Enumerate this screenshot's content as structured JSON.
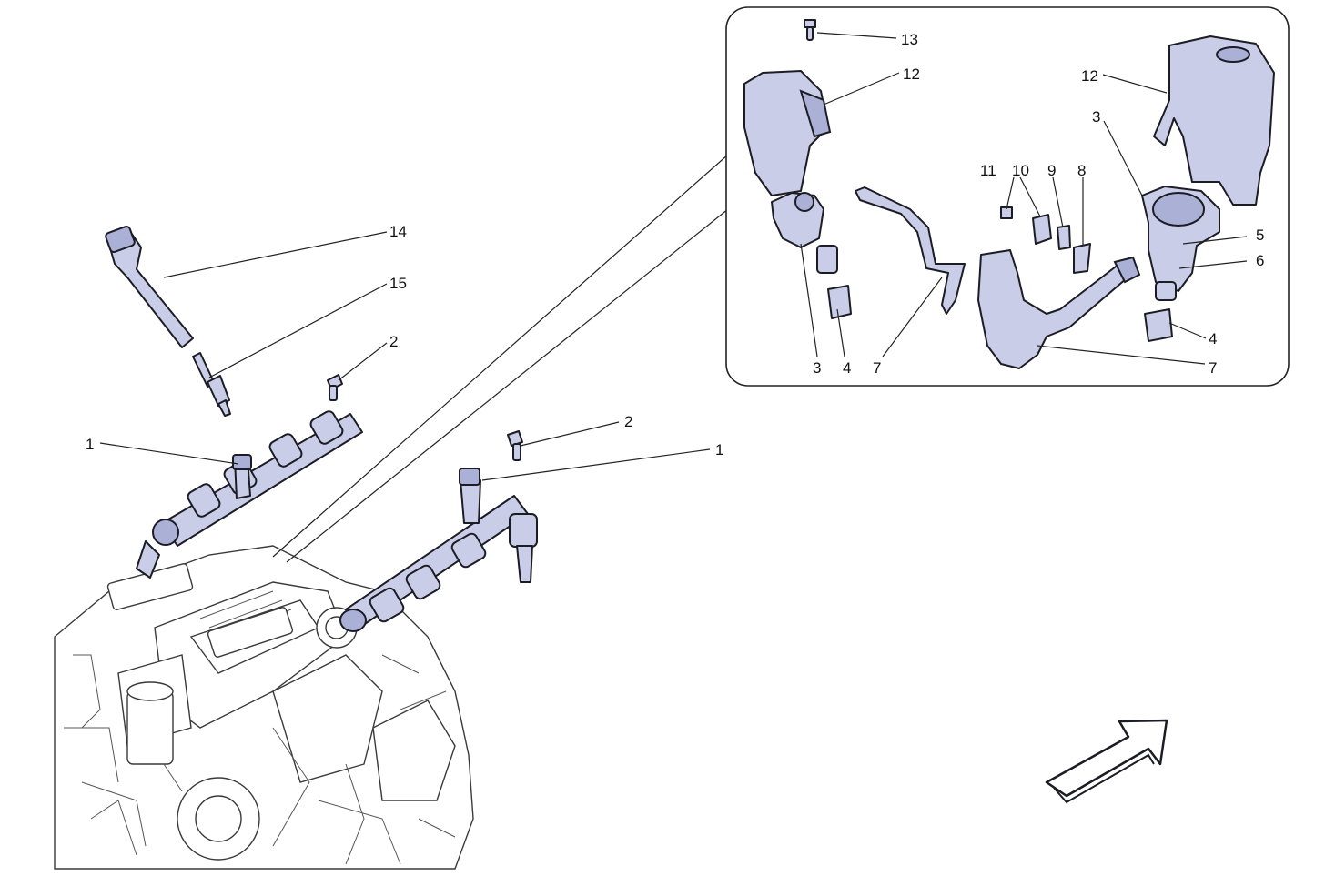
{
  "callouts": {
    "main_1_left": "1",
    "main_1_right": "1",
    "main_2_left": "2",
    "main_2_right": "2",
    "main_14": "14",
    "main_15": "15",
    "inset_13": "13",
    "inset_12_left": "12",
    "inset_12_right": "12",
    "inset_3_top": "3",
    "inset_3_bottom": "3",
    "inset_4_bottom": "4",
    "inset_4_right": "4",
    "inset_5": "5",
    "inset_6": "6",
    "inset_7_bottom": "7",
    "inset_7_right": "7",
    "inset_8": "8",
    "inset_9": "9",
    "inset_10": "10",
    "inset_11": "11"
  },
  "icons": {
    "orientation_arrow": "direction-arrow-icon"
  },
  "colors": {
    "part_fill": "#c9cde8",
    "outline": "#1c1c24",
    "background": "#ffffff"
  }
}
